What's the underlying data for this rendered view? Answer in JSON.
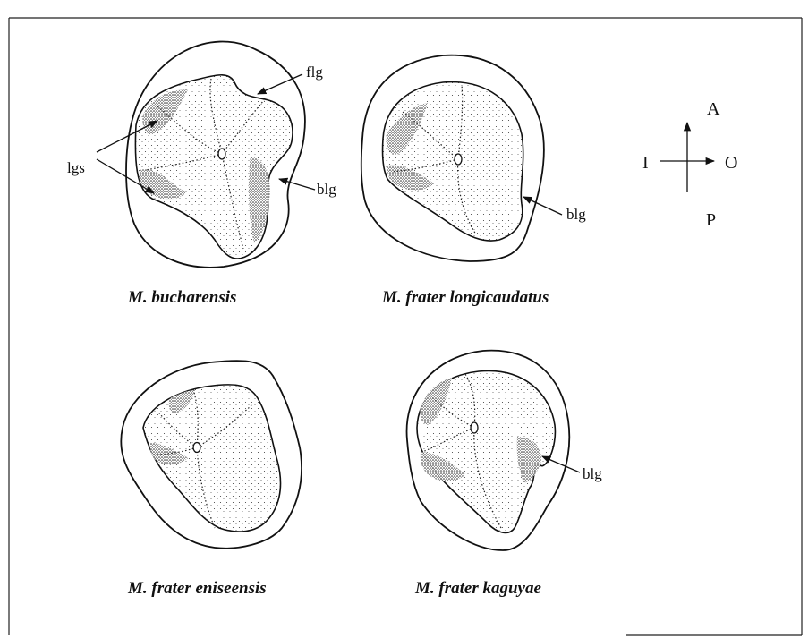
{
  "figure": {
    "specimens": [
      {
        "caption": "M. bucharensis"
      },
      {
        "caption": "M. frater longicaudatus"
      },
      {
        "caption": "M. frater eniseensis"
      },
      {
        "caption": "M. frater kaguyae"
      }
    ],
    "labels": {
      "flg": "flg",
      "lgs": "lgs",
      "blg": "blg"
    },
    "orientation": {
      "anterior": "A",
      "posterior": "P",
      "inner": "I",
      "outer": "O"
    }
  }
}
